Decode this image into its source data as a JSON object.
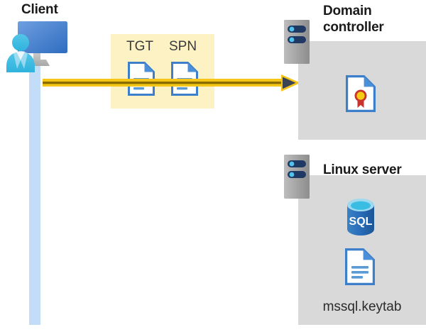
{
  "diagram": {
    "title_client": "Client",
    "title_domain_controller": "Domain controller",
    "title_linux_server": "Linux server",
    "keytab_filename": "mssql.keytab",
    "tokens": [
      {
        "label": "TGT",
        "icon": "document-icon"
      },
      {
        "label": "SPN",
        "icon": "document-icon"
      }
    ],
    "nodes": {
      "client": {
        "label": "Client",
        "icon": "user-computer-icon",
        "lifeline": "client-lifeline"
      },
      "domain_controller": {
        "label": "Domain controller",
        "server_icon": "server-rack-icon",
        "contents": [
          {
            "icon": "certificate-document-icon",
            "label": ""
          }
        ]
      },
      "linux_server": {
        "label": "Linux server",
        "server_icon": "server-rack-icon",
        "contents": [
          {
            "icon": "sql-database-icon",
            "label": "SQL"
          },
          {
            "icon": "document-icon",
            "label": "mssql.keytab"
          }
        ]
      }
    },
    "flow": {
      "arrow_label": "",
      "arrow_direction": "client-to-domain-controller",
      "arrow_icon": "right-arrow-icon"
    },
    "sql_icon_text": "SQL",
    "colors": {
      "highlight_panel": "#fcf2c4",
      "panel_gray": "#d9d9d9",
      "lifeline_blue": "#c3ddf9",
      "arrow_gold": "#f5c518",
      "arrow_core": "#a07d00",
      "arrowhead_dark": "#3b4452",
      "doc_blue": "#3e7fcb",
      "sql_blue": "#2a6ebb",
      "seal_red": "#c8342c",
      "seal_yellow": "#f5cc12",
      "server_gray": "#9a9a9a",
      "server_navy": "#1f3864",
      "title_text": "#1a1a1a"
    }
  }
}
